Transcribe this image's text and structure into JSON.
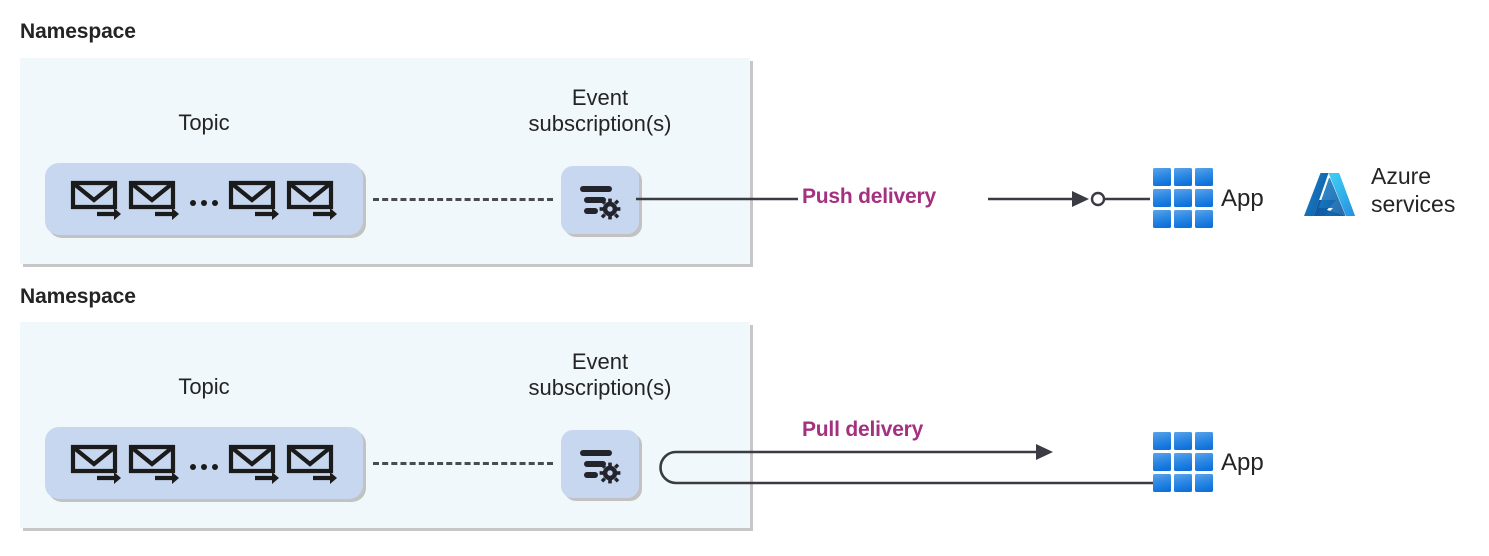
{
  "diagram": {
    "title_hidden": "",
    "colors": {
      "panel_fill": "#f0f8fb",
      "panel_shadow": "#c7c7c7",
      "box_fill": "#c6d7ef",
      "box_shadow": "#c2c2c2",
      "accent_magenta": "#a4317f",
      "line_dark": "#3b3b44",
      "icon_black": "#1b1b1b",
      "app_blue_light": "#4e9ae8",
      "app_blue_mid": "#2b87e3",
      "app_blue_dark": "#1a7ae0",
      "azure_blue_dark": "#0f5fa8",
      "azure_blue_mid": "#1b84d8",
      "azure_blue_light": "#3fbff2"
    },
    "rows": [
      {
        "namespace_heading": "Namespace",
        "topic_label": "Topic",
        "subscription_label": "Event\nsubscription(s)",
        "delivery_label": "Push delivery",
        "delivery_kind": "push",
        "app_label": "App",
        "azure_label": "Azure\nservices",
        "envelope_count": 4,
        "ellipsis": "…"
      },
      {
        "namespace_heading": "Namespace",
        "topic_label": "Topic",
        "subscription_label": "Event\nsubscription(s)",
        "delivery_label": "Pull delivery",
        "delivery_kind": "pull",
        "app_label": "App",
        "azure_label": "",
        "envelope_count": 4,
        "ellipsis": "…"
      }
    ],
    "icons": {
      "envelope": "envelope-with-arrow-icon",
      "subscription": "filter-gear-icon",
      "app": "app-grid-icon",
      "azure": "azure-logo-icon",
      "endpoint": "endpoint-circle-icon",
      "arrow": "arrowhead-icon"
    }
  }
}
